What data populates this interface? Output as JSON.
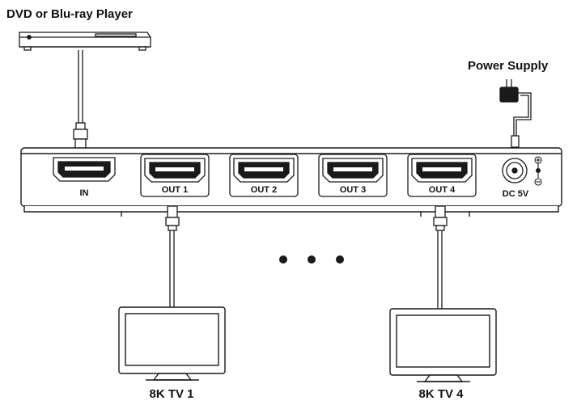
{
  "labels": {
    "source": "DVD or Blu-ray Player",
    "power": "Power Supply",
    "in_port": "IN",
    "out1": "OUT 1",
    "out2": "OUT 2",
    "out3": "OUT 3",
    "out4": "OUT 4",
    "dc": "DC 5V",
    "tv1": "8K TV 1",
    "tv4": "8K TV 4"
  },
  "icons": [
    "blu-ray-player-icon",
    "power-adapter-icon",
    "tv-icon",
    "hdmi-port-icon",
    "dc-jack-icon",
    "polarity-icon"
  ],
  "colors": {
    "line": "#1a1a1a",
    "fill": "#ffffff"
  }
}
